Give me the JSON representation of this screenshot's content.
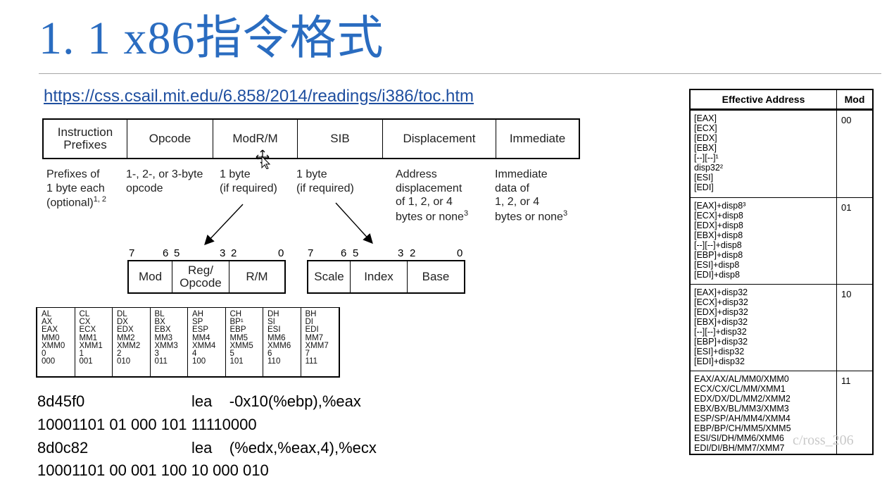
{
  "title": "1. 1  x86指令格式",
  "link": "https://css.csail.mit.edu/6.858/2014/readings/i386/toc.htm",
  "format_fields": [
    {
      "label": "Instruction\nPrefixes"
    },
    {
      "label": "Opcode"
    },
    {
      "label": "ModR/M"
    },
    {
      "label": "SIB"
    },
    {
      "label": "Displacement"
    },
    {
      "label": "Immediate"
    }
  ],
  "format_desc": {
    "prefixes": "Prefixes of\n1 byte each\n(optional)",
    "prefixes_sup": "1, 2",
    "opcode": "1-, 2-, or 3-byte\nopcode",
    "modrm": "1 byte\n(if required)",
    "sib": "1 byte\n(if required)",
    "disp": "Address\ndisplacement\nof 1, 2, or 4\nbytes or none",
    "disp_sup": "3",
    "imm": "Immediate\ndata of\n1, 2, or 4\nbytes or none",
    "imm_sup": "3"
  },
  "modrm_bits": {
    "b7": "7",
    "b6": "6",
    "b5": "5",
    "b3": "3",
    "b2": "2",
    "b0": "0"
  },
  "modrm_fields": {
    "mod": "Mod",
    "reg": "Reg/\nOpcode",
    "rm": "R/M"
  },
  "sib_bits": {
    "b7": "7",
    "b6": "6",
    "b5": "5",
    "b3": "3",
    "b2": "2",
    "b0": "0"
  },
  "sib_fields": {
    "scale": "Scale",
    "index": "Index",
    "base": "Base"
  },
  "registers": [
    "AL\nAX\nEAX\nMM0\nXMM0\n0\n000",
    "CL\nCX\nECX\nMM1\nXMM1\n1\n001",
    "DL\nDX\nEDX\nMM2\nXMM2\n2\n010",
    "BL\nBX\nEBX\nMM3\nXMM3\n3\n011",
    "AH\nSP\nESP\nMM4\nXMM4\n4\n100",
    "CH\nBP¹\nEBP\nMM5\nXMM5\n5\n101",
    "DH\nSI\nESI\nMM6\nXMM6\n6\n110",
    "BH\nDI\nEDI\nMM7\nXMM7\n7\n111"
  ],
  "code": {
    "l1_hex": "8d45f0",
    "l1_asm": "lea    -0x10(%ebp),%eax",
    "l2_bin": "10001101 01 000 101 11110000",
    "l3_hex": "8d0c82",
    "l3_asm": "lea    (%edx,%eax,4),%ecx",
    "l4_bin": "10001101 00 001 100 10 000 010"
  },
  "ea_table": {
    "head_addr": "Effective Address",
    "head_mod": "Mod",
    "rows": [
      {
        "addr": "[EAX]\n[ECX]\n[EDX]\n[EBX]\n[--][--]¹\ndisp32²\n[ESI]\n[EDI]",
        "mod": "00"
      },
      {
        "addr": "[EAX]+disp8³\n[ECX]+disp8\n[EDX]+disp8\n[EBX]+disp8\n[--][--]+disp8\n[EBP]+disp8\n[ESI]+disp8\n[EDI]+disp8",
        "mod": "01"
      },
      {
        "addr": "[EAX]+disp32\n[ECX]+disp32\n[EDX]+disp32\n[EBX]+disp32\n[--][--]+disp32\n[EBP]+disp32\n[ESI]+disp32\n[EDI]+disp32",
        "mod": "10"
      },
      {
        "addr": "EAX/AX/AL/MM0/XMM0\nECX/CX/CL/MM/XMM1\nEDX/DX/DL/MM2/XMM2\nEBX/BX/BL/MM3/XMM3\nESP/SP/AH/MM4/XMM4\nEBP/BP/CH/MM5/XMM5\nESI/SI/DH/MM6/XMM6\nEDI/DI/BH/MM7/XMM7",
        "mod": "11"
      }
    ]
  },
  "watermark": "c/ross_206"
}
